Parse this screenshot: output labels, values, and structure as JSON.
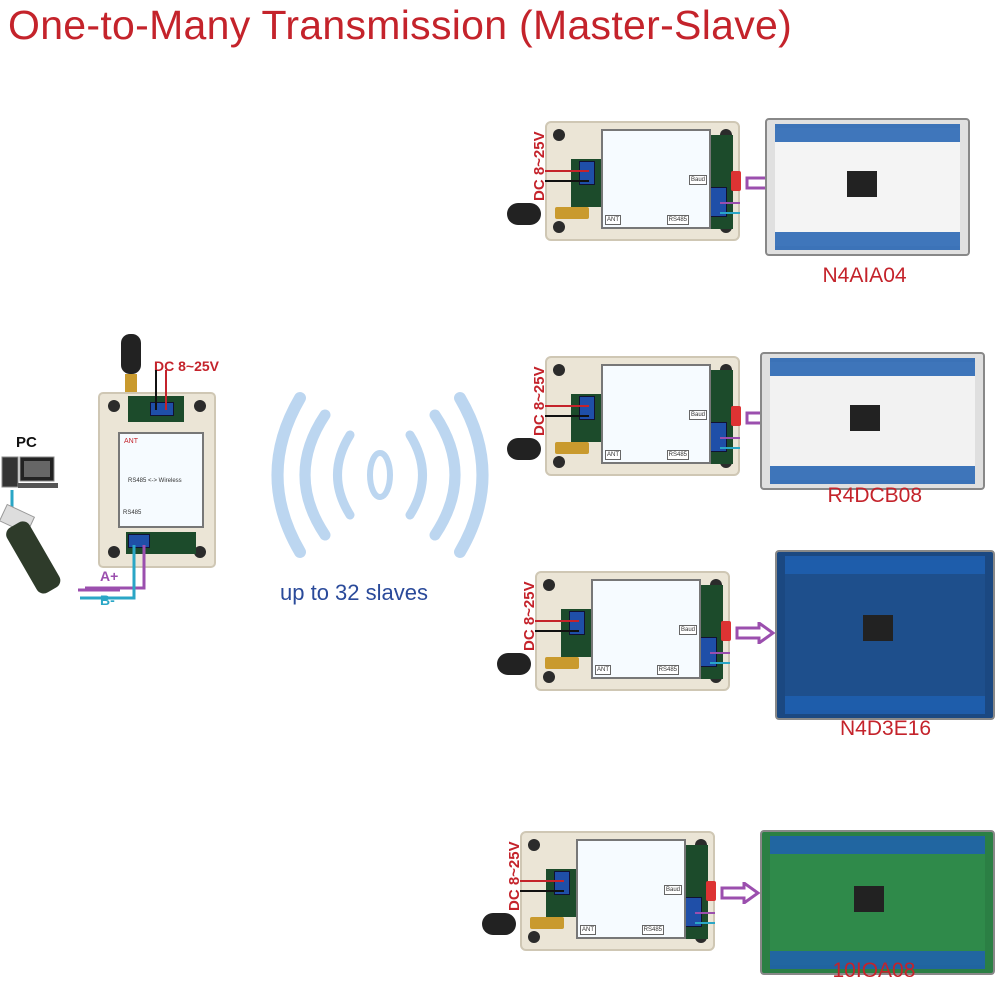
{
  "title": "One-to-Many Transmission (Master-Slave)",
  "master": {
    "pc_label": "PC",
    "power_label": "DC 8~25V",
    "a_label": "A+",
    "b_label": "B-",
    "panel": {
      "ant": "ANT",
      "rs485": "RS485",
      "title": "RS485 <-> Wireless"
    }
  },
  "wireless_text": "up to 32 slaves",
  "slaves": [
    {
      "power_label": "DC 8~25V",
      "device": "N4AIA04",
      "board_color": "#f4f4f4"
    },
    {
      "power_label": "DC 8~25V",
      "device": "R4DCB08",
      "board_color": "#f2f2f2"
    },
    {
      "power_label": "DC 8~25V",
      "device": "N4D3E16",
      "board_color": "#1e4f8c"
    },
    {
      "power_label": "DC 8~25V",
      "device": "10IOA08",
      "board_color": "#2f8a4a"
    }
  ],
  "panel_labels": {
    "ant": "ANT",
    "baud": "Baud",
    "rs485": "RS485"
  },
  "colors": {
    "title": "#c4232b",
    "wireless": "#2a4a9a",
    "arrow": "#9b4fae",
    "a_wire": "#9b4fae",
    "b_wire": "#2aa6c6"
  }
}
